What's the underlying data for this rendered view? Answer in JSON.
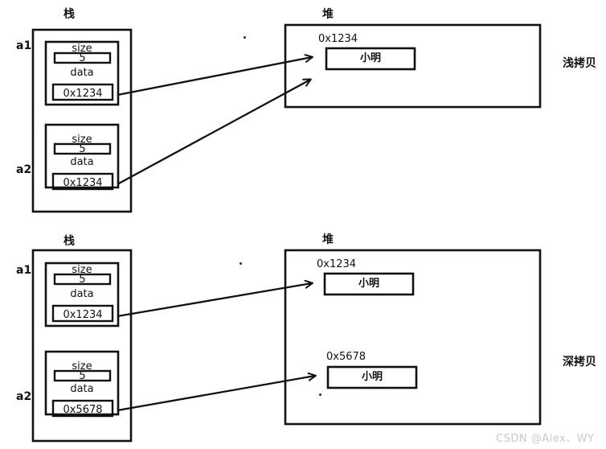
{
  "diagram": {
    "title_top_stack": "栈",
    "title_top_heap": "堆",
    "title_bottom_stack": "栈",
    "title_bottom_heap": "堆",
    "label_shallow_copy": "浅拷贝",
    "label_deep_copy": "深拷贝",
    "watermark": "CSDN @Alex、WY"
  },
  "shallow": {
    "stack": {
      "vars": [
        {
          "name": "a1",
          "size_label": "size",
          "size_value": "5",
          "data_label": "data",
          "pointer_value": "0x1234"
        },
        {
          "name": "a2",
          "size_label": "size",
          "size_value": "5",
          "data_label": "data",
          "pointer_value": "0x1234"
        }
      ]
    },
    "heap": {
      "blocks": [
        {
          "address": "0x1234",
          "value": "小明"
        }
      ]
    }
  },
  "deep": {
    "stack": {
      "vars": [
        {
          "name": "a1",
          "size_label": "size",
          "size_value": "5",
          "data_label": "data",
          "pointer_value": "0x1234"
        },
        {
          "name": "a2",
          "size_label": "size",
          "size_value": "5",
          "data_label": "data",
          "pointer_value": "0x5678"
        }
      ]
    },
    "heap": {
      "blocks": [
        {
          "address": "0x1234",
          "value": "小明"
        },
        {
          "address": "0x5678",
          "value": "小明"
        }
      ]
    }
  }
}
